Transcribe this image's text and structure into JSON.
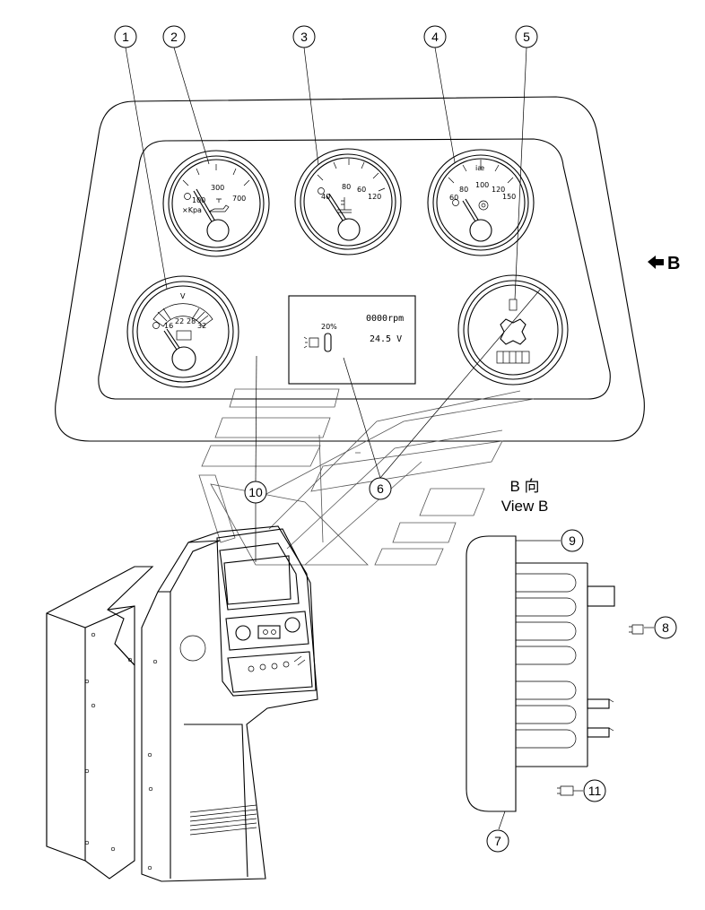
{
  "callouts": [
    "1",
    "2",
    "3",
    "4",
    "5",
    "6",
    "7",
    "8",
    "9",
    "10",
    "11"
  ],
  "view_arrow": {
    "label": "B",
    "icon": "arrow-left-icon"
  },
  "view_caption": {
    "line1": "B 向",
    "line2": "View B"
  },
  "oil_gauge": {
    "unit": "×Kpa",
    "ticks": [
      "100",
      "300",
      "700"
    ]
  },
  "temp_gauge": {
    "ticks": [
      "40",
      "80",
      "60",
      "120"
    ]
  },
  "speed_gauge": {
    "top": "iæ",
    "ticks": [
      "60",
      "80",
      "100",
      "120",
      "150"
    ]
  },
  "volt_gauge": {
    "unit": "V",
    "ticks": [
      "16",
      "22",
      "28",
      "32"
    ]
  },
  "lcd": {
    "percent": "20%",
    "rpm": "0000rpm",
    "volt": "24.5 V"
  }
}
